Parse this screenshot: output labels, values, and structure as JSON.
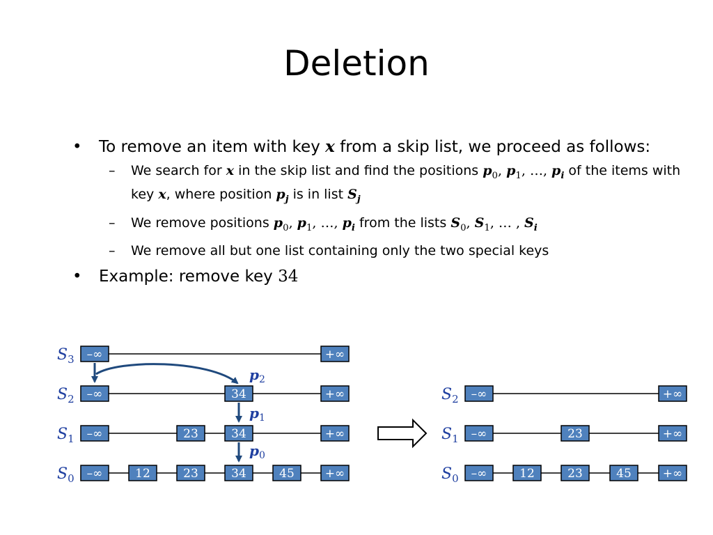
{
  "title": "Deletion",
  "bullets": {
    "b1": {
      "t1": "To remove an item with key ",
      "x": "x",
      "t2": " from a skip list, we proceed as follows:"
    },
    "s1": {
      "t1": "We search for ",
      "x": "x",
      "t2": " in the skip list and find the positions ",
      "p": "p",
      "sub0": "0",
      "sub1": "1",
      "subi": "i",
      "dots": ", …, ",
      "t3": " of the items with key ",
      "x2": "x",
      "t4": ", where position ",
      "pj": "p",
      "subj": "j",
      "t5": " is in list ",
      "S": "S",
      "subSj": "j"
    },
    "s2": {
      "t1": "We remove positions ",
      "p": "p",
      "sub0": "0",
      "sub1": "1",
      "subi": "i",
      "dots": ", …, ",
      "t2": " from the lists ",
      "S": "S",
      "sub0s": "0",
      "sub1s": "1",
      "subis": "i",
      "dots2": ", … , "
    },
    "s3": {
      "t1": "We remove all but one list containing only the two special keys"
    },
    "b2": {
      "t1": "Example: remove key ",
      "key": "34"
    }
  },
  "diagram": {
    "left": {
      "rows": [
        {
          "label": "S",
          "sub": "3",
          "nodes": [
            "–∞",
            "+∞"
          ]
        },
        {
          "label": "S",
          "sub": "2",
          "nodes": [
            "–∞",
            "34",
            "+∞"
          ]
        },
        {
          "label": "S",
          "sub": "1",
          "nodes": [
            "–∞",
            "23",
            "34",
            "+∞"
          ]
        },
        {
          "label": "S",
          "sub": "0",
          "nodes": [
            "–∞",
            "12",
            "23",
            "34",
            "45",
            "+∞"
          ]
        }
      ],
      "pointers": [
        {
          "label": "p",
          "sub": "2"
        },
        {
          "label": "p",
          "sub": "1"
        },
        {
          "label": "p",
          "sub": "0"
        }
      ]
    },
    "right": {
      "rows": [
        {
          "label": "S",
          "sub": "2",
          "nodes": [
            "–∞",
            "+∞"
          ]
        },
        {
          "label": "S",
          "sub": "1",
          "nodes": [
            "–∞",
            "23",
            "+∞"
          ]
        },
        {
          "label": "S",
          "sub": "0",
          "nodes": [
            "–∞",
            "12",
            "23",
            "45",
            "+∞"
          ]
        }
      ]
    },
    "colors": {
      "node_fill": "#4f81bd",
      "label": "#1f3fa0",
      "arrow": "#1f497d"
    }
  }
}
